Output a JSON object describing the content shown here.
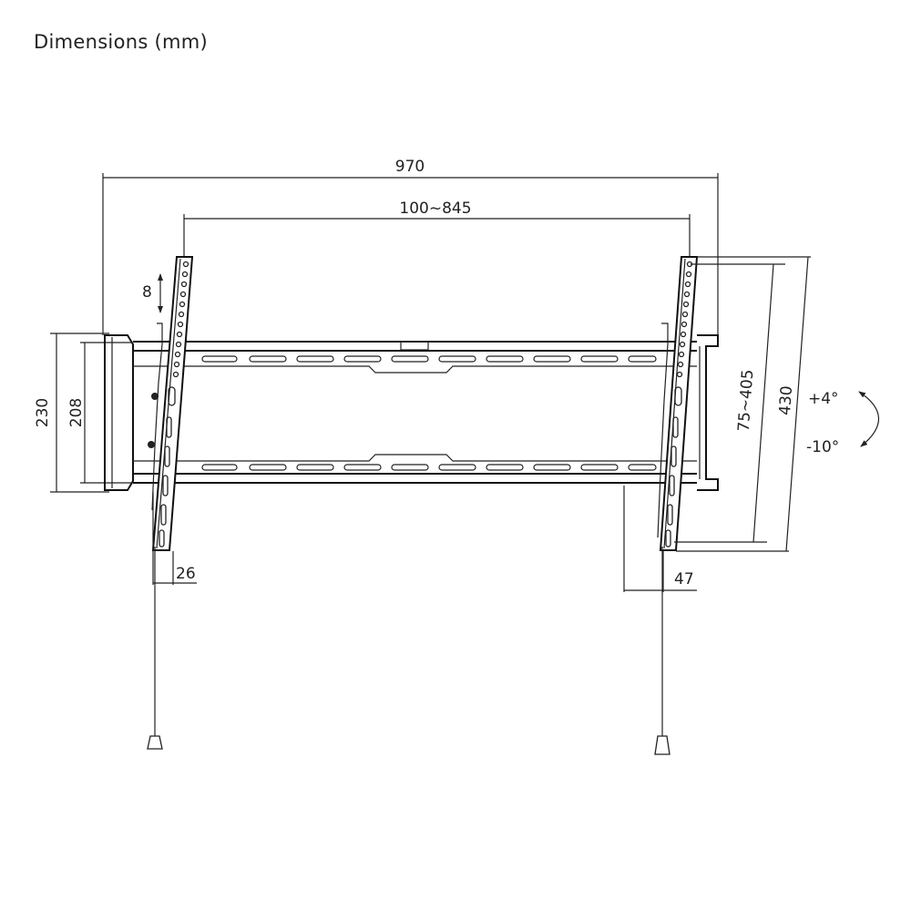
{
  "title": "Dimensions (mm)",
  "dimensions": {
    "overall_width": "970",
    "vesa_horizontal": "100~845",
    "overall_height": "230",
    "rail_height": "208",
    "vertical_adjust": "8",
    "depth_min": "26",
    "depth_max": "47",
    "vesa_vertical": "75~405",
    "arm_height": "430",
    "tilt_up": "+4°",
    "tilt_down": "-10°"
  },
  "colors": {
    "line": "#222222",
    "background": "#ffffff"
  }
}
